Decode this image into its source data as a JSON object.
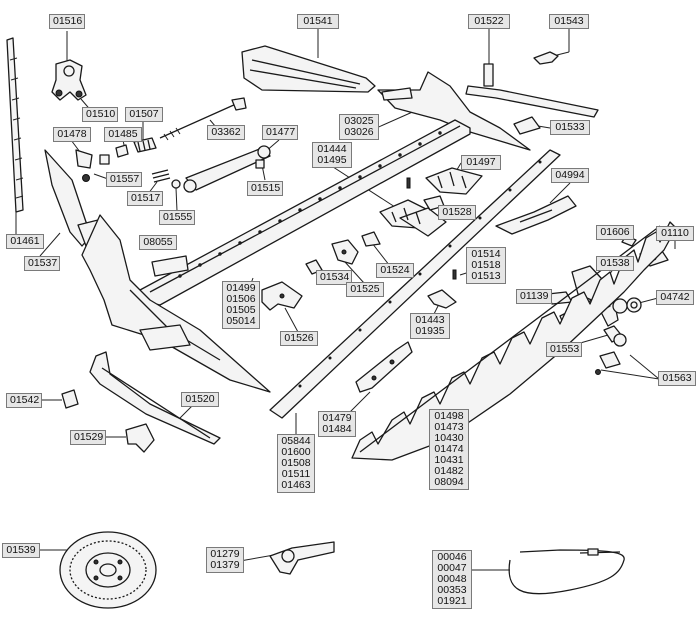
{
  "labels": {
    "l01516": [
      "01516"
    ],
    "l01541": [
      "01541"
    ],
    "l01522": [
      "01522"
    ],
    "l01543": [
      "01543"
    ],
    "l01510": [
      "01510"
    ],
    "l01507": [
      "01507"
    ],
    "l01478": [
      "01478"
    ],
    "l01485": [
      "01485"
    ],
    "l03362": [
      "03362"
    ],
    "l01477": [
      "01477"
    ],
    "l03025": [
      "03025",
      "03026"
    ],
    "l01533": [
      "01533"
    ],
    "l01444": [
      "01444",
      "01495"
    ],
    "l01497": [
      "01497"
    ],
    "l01557": [
      "01557"
    ],
    "l01515": [
      "01515"
    ],
    "l01517": [
      "01517"
    ],
    "l01555": [
      "01555"
    ],
    "l04994": [
      "04994"
    ],
    "l01528": [
      "01528"
    ],
    "l01461": [
      "01461"
    ],
    "l01537": [
      "01537"
    ],
    "l08055": [
      "08055"
    ],
    "l01606": [
      "01606"
    ],
    "l01110": [
      "01110"
    ],
    "l01514": [
      "01514",
      "01518",
      "01513"
    ],
    "l01524": [
      "01524"
    ],
    "l01538": [
      "01538"
    ],
    "l01534": [
      "01534"
    ],
    "l01525": [
      "01525"
    ],
    "l04742": [
      "04742"
    ],
    "l01499": [
      "01499",
      "01506",
      "01505",
      "05014"
    ],
    "l01443": [
      "01443",
      "01935"
    ],
    "l01139": [
      "01139"
    ],
    "l01526": [
      "01526"
    ],
    "l01553": [
      "01553"
    ],
    "l01563": [
      "01563"
    ],
    "l01542": [
      "01542"
    ],
    "l01520": [
      "01520"
    ],
    "l01479": [
      "01479",
      "01484"
    ],
    "l01498": [
      "01498",
      "01473",
      "10430",
      "01474",
      "10431",
      "01482",
      "08094"
    ],
    "l01529": [
      "01529"
    ],
    "l05844": [
      "05844",
      "01600",
      "01508",
      "01511",
      "01463"
    ],
    "l01539": [
      "01539"
    ],
    "l01279": [
      "01279",
      "01379"
    ],
    "l00046": [
      "00046",
      "00047",
      "00048",
      "00353",
      "01921"
    ]
  }
}
